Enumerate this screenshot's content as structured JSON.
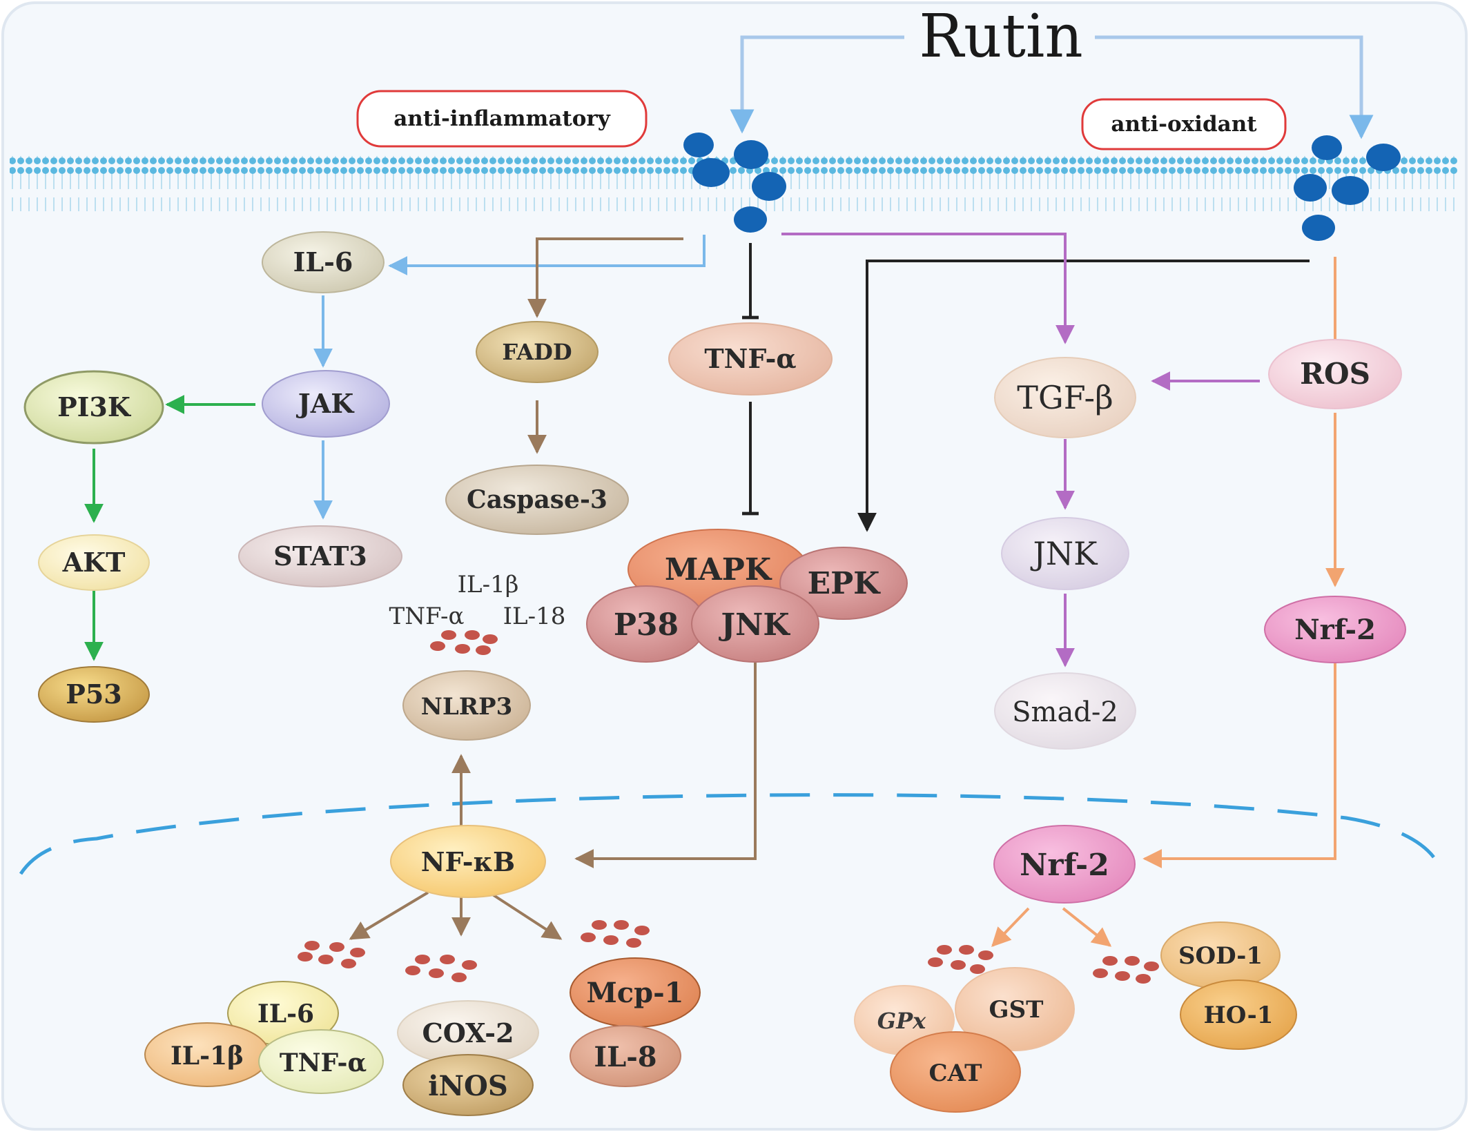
{
  "title": "Rutin",
  "tags": {
    "anti_inflammatory": "anti-inflammatory",
    "anti_oxidant": "anti-oxidant"
  },
  "nodes": {
    "il6_top": "IL-6",
    "jak": "JAK",
    "pi3k": "PI3K",
    "akt": "AKT",
    "p53": "P53",
    "stat3": "STAT3",
    "fadd": "FADD",
    "caspase3": "Caspase-3",
    "tnf_top": "TNF-α",
    "mapk": "MAPK",
    "epk": "EPK",
    "p38": "P38",
    "jnk_mapk": "JNK",
    "tgf": "TGF-β",
    "jnk_right": "JNK",
    "smad2": "Smad-2",
    "ros": "ROS",
    "nrf2_cyto": "Nrf-2",
    "nrf2_nuc": "Nrf-2",
    "nlrp3": "NLRP3",
    "nfkb": "NF-κB",
    "il6_bottom": "IL-6",
    "il1b_bottom": "IL-1β",
    "tnf_bottom": "TNF-α",
    "cox2": "COX-2",
    "inos": "iNOS",
    "mcp1": "Mcp-1",
    "il8": "IL-8",
    "gpx": "GPx",
    "gst": "GST",
    "cat": "CAT",
    "sod1": "SOD-1",
    "ho1": "HO-1"
  },
  "cytokine_labels": {
    "il1b": "IL-1β",
    "tnf": "TNF-α",
    "il18": "IL-18"
  },
  "colors": {
    "membrane": "#5bb8e0",
    "receptor": "#1464b4",
    "blue_arrow": "#7ab8ea",
    "brown_arrow": "#9a7a5c",
    "green_arrow": "#2cb04e",
    "purple_arrow": "#b36cc4",
    "orange_arrow": "#f2a470",
    "black_arrow": "#222222",
    "nucleus_dash": "#3aa0dc",
    "tag_border": "#e03a3a"
  }
}
